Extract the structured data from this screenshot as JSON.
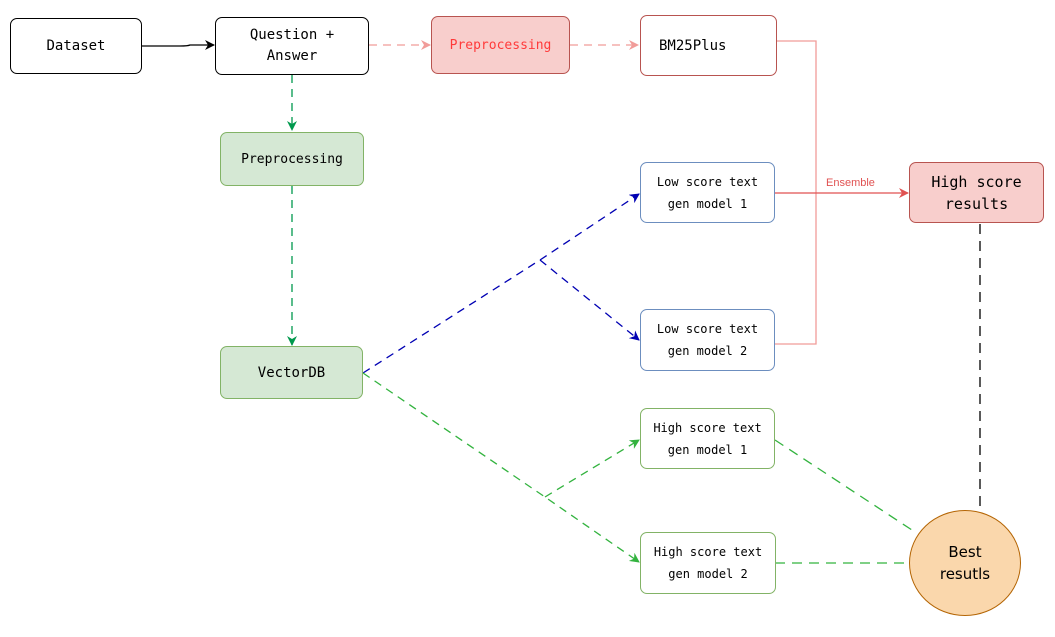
{
  "nodes": {
    "dataset": "Dataset",
    "question_answer": "Question +\nAnswer",
    "preprocessing_red": "Preprocessing",
    "bm25plus": "BM25Plus",
    "preprocessing_green": "Preprocessing",
    "vectordb": "VectorDB",
    "low_score_1": "Low score text\ngen model 1",
    "low_score_2": "Low score text\ngen model 2",
    "high_score_1": "High score text\ngen model 1",
    "high_score_2": "High score text\ngen model 2",
    "high_score_results": "High score\nresults",
    "best_results": "Best\nresutls"
  },
  "edge_labels": {
    "ensemble": "Ensemble"
  },
  "colors": {
    "black": "#000000",
    "pink_edge": "#f19c99",
    "red_edge": "#e05252",
    "green_edge": "#00994d",
    "green_light_edge": "#33b33f",
    "blue_edge": "#0000b3",
    "red_fill": "#f8cecc",
    "green_fill": "#d5e8d4",
    "orange_fill": "#fad7ac"
  }
}
